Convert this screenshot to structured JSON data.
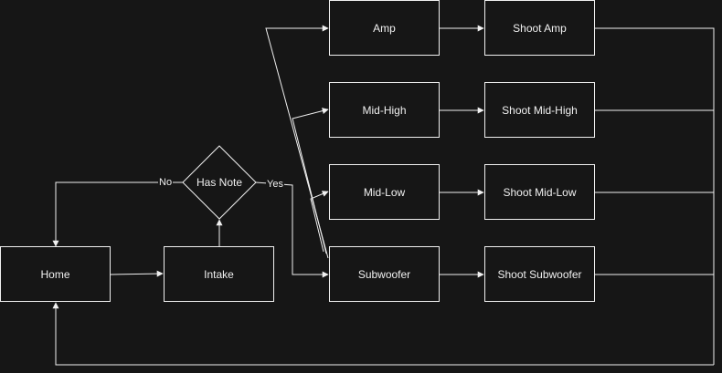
{
  "nodes": {
    "home": "Home",
    "intake": "Intake",
    "has_note": "Has Note",
    "amp": "Amp",
    "mid_high": "Mid-High",
    "mid_low": "Mid-Low",
    "subwoofer": "Subwoofer",
    "shoot_amp": "Shoot Amp",
    "shoot_mid_high": "Shoot Mid-High",
    "shoot_mid_low": "Shoot Mid-Low",
    "shoot_subwoofer": "Shoot Subwoofer"
  },
  "edge_labels": {
    "no": "No",
    "yes": "Yes"
  },
  "colors": {
    "background": "#161616",
    "stroke": "#f0f0f0"
  }
}
